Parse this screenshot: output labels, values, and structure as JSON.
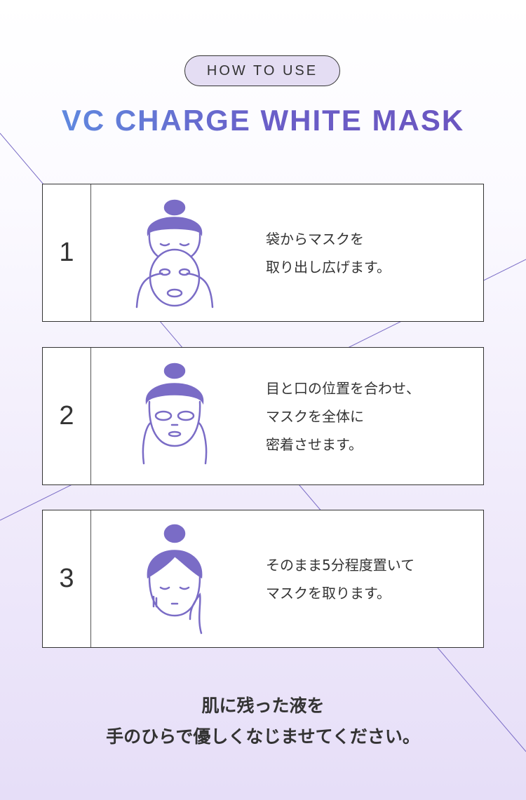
{
  "header": {
    "badge": "HOW TO USE",
    "title": "VC CHARGE WHITE MASK"
  },
  "steps": [
    {
      "number": "1",
      "lines": [
        "袋からマスクを",
        "取り出し広げます。"
      ],
      "icon": "face-unfolding-mask-icon"
    },
    {
      "number": "2",
      "lines": [
        "目と口の位置を合わせ、",
        "マスクを全体に",
        "密着させます。"
      ],
      "icon": "face-wearing-mask-icon"
    },
    {
      "number": "3",
      "lines": [
        "そのまま5分程度置いて",
        "マスクを取ります。"
      ],
      "icon": "face-removing-mask-icon"
    }
  ],
  "footer": {
    "lines": [
      "肌に残った液を",
      "手のひらで優しくなじませてください。"
    ]
  },
  "colors": {
    "accent": "#7a6cc6",
    "title_start": "#5f8ae0",
    "title_end": "#6a55c0"
  }
}
